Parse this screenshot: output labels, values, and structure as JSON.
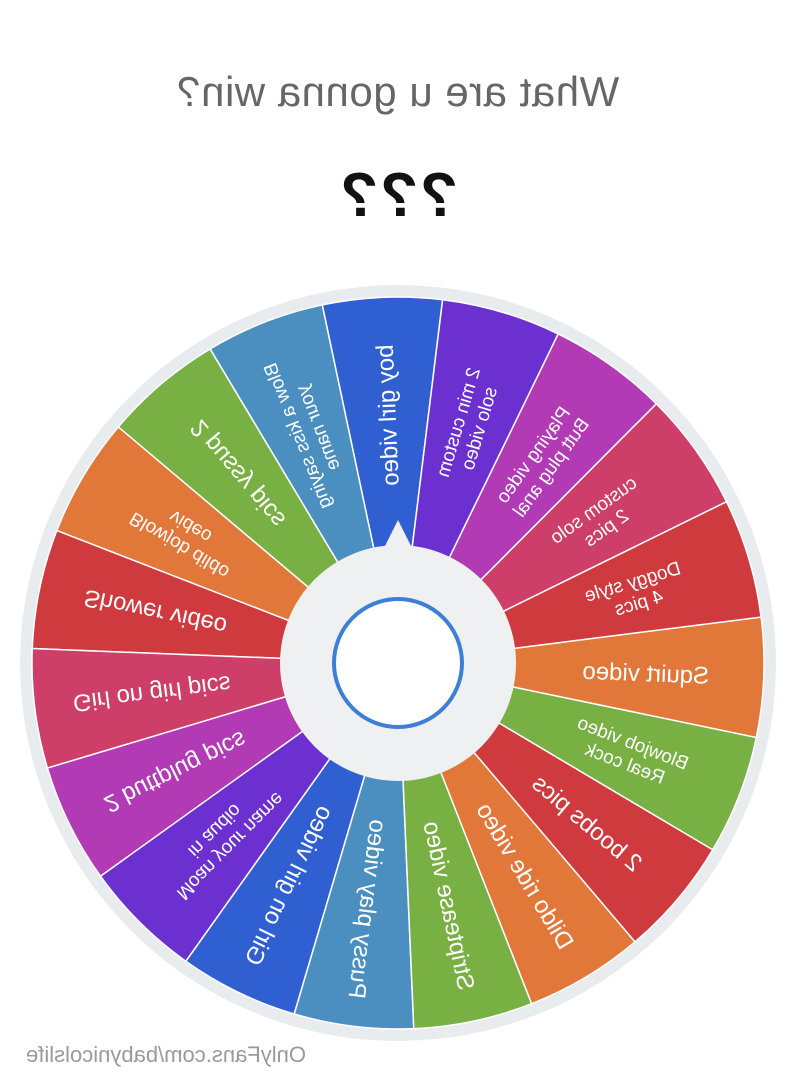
{
  "header": {
    "question": "What are u gonna win?",
    "result": "???"
  },
  "wheel": {
    "segments": [
      {
        "lines": [
          "boy girl video"
        ],
        "color": "#2f5fd0"
      },
      {
        "lines": [
          "Blow a kiss saying",
          "your name"
        ],
        "color": "#4a8fc0"
      },
      {
        "lines": [
          "2 pussy pics"
        ],
        "color": "#78b043"
      },
      {
        "lines": [
          "Blowjob dildo",
          "video"
        ],
        "color": "#e2773a"
      },
      {
        "lines": [
          "Shower video"
        ],
        "color": "#cf3a3f"
      },
      {
        "lines": [
          "Girl on girl pics"
        ],
        "color": "#cd3e69"
      },
      {
        "lines": [
          "2 buttplug pics"
        ],
        "color": "#b23ab5"
      },
      {
        "lines": [
          "Moan your name",
          "in audio"
        ],
        "color": "#6c2fd0"
      },
      {
        "lines": [
          "Girl on girl video"
        ],
        "color": "#2f5fd0"
      },
      {
        "lines": [
          "Pussy play video"
        ],
        "color": "#4a8fc0"
      },
      {
        "lines": [
          "Striptease video"
        ],
        "color": "#78b043"
      },
      {
        "lines": [
          "Dildo ride video"
        ],
        "color": "#e2773a"
      },
      {
        "lines": [
          "2 boobs pics"
        ],
        "color": "#cf3a3f"
      },
      {
        "lines": [
          "Blowjob video",
          "Real cock"
        ],
        "color": "#78b043"
      },
      {
        "lines": [
          "Squirt video"
        ],
        "color": "#e2773a"
      },
      {
        "lines": [
          "Doggy style",
          "4 pics"
        ],
        "color": "#cf3a3f"
      },
      {
        "lines": [
          "custom solo",
          "2 pics"
        ],
        "color": "#cd3e69"
      },
      {
        "lines": [
          "Playing video",
          "Butt plug anal"
        ],
        "color": "#b23ab5"
      },
      {
        "lines": [
          "2 min custom",
          "solo video"
        ],
        "color": "#6c2fd0"
      }
    ]
  },
  "footer": {
    "watermark": "OnlyFans.com/babynicolslife"
  }
}
